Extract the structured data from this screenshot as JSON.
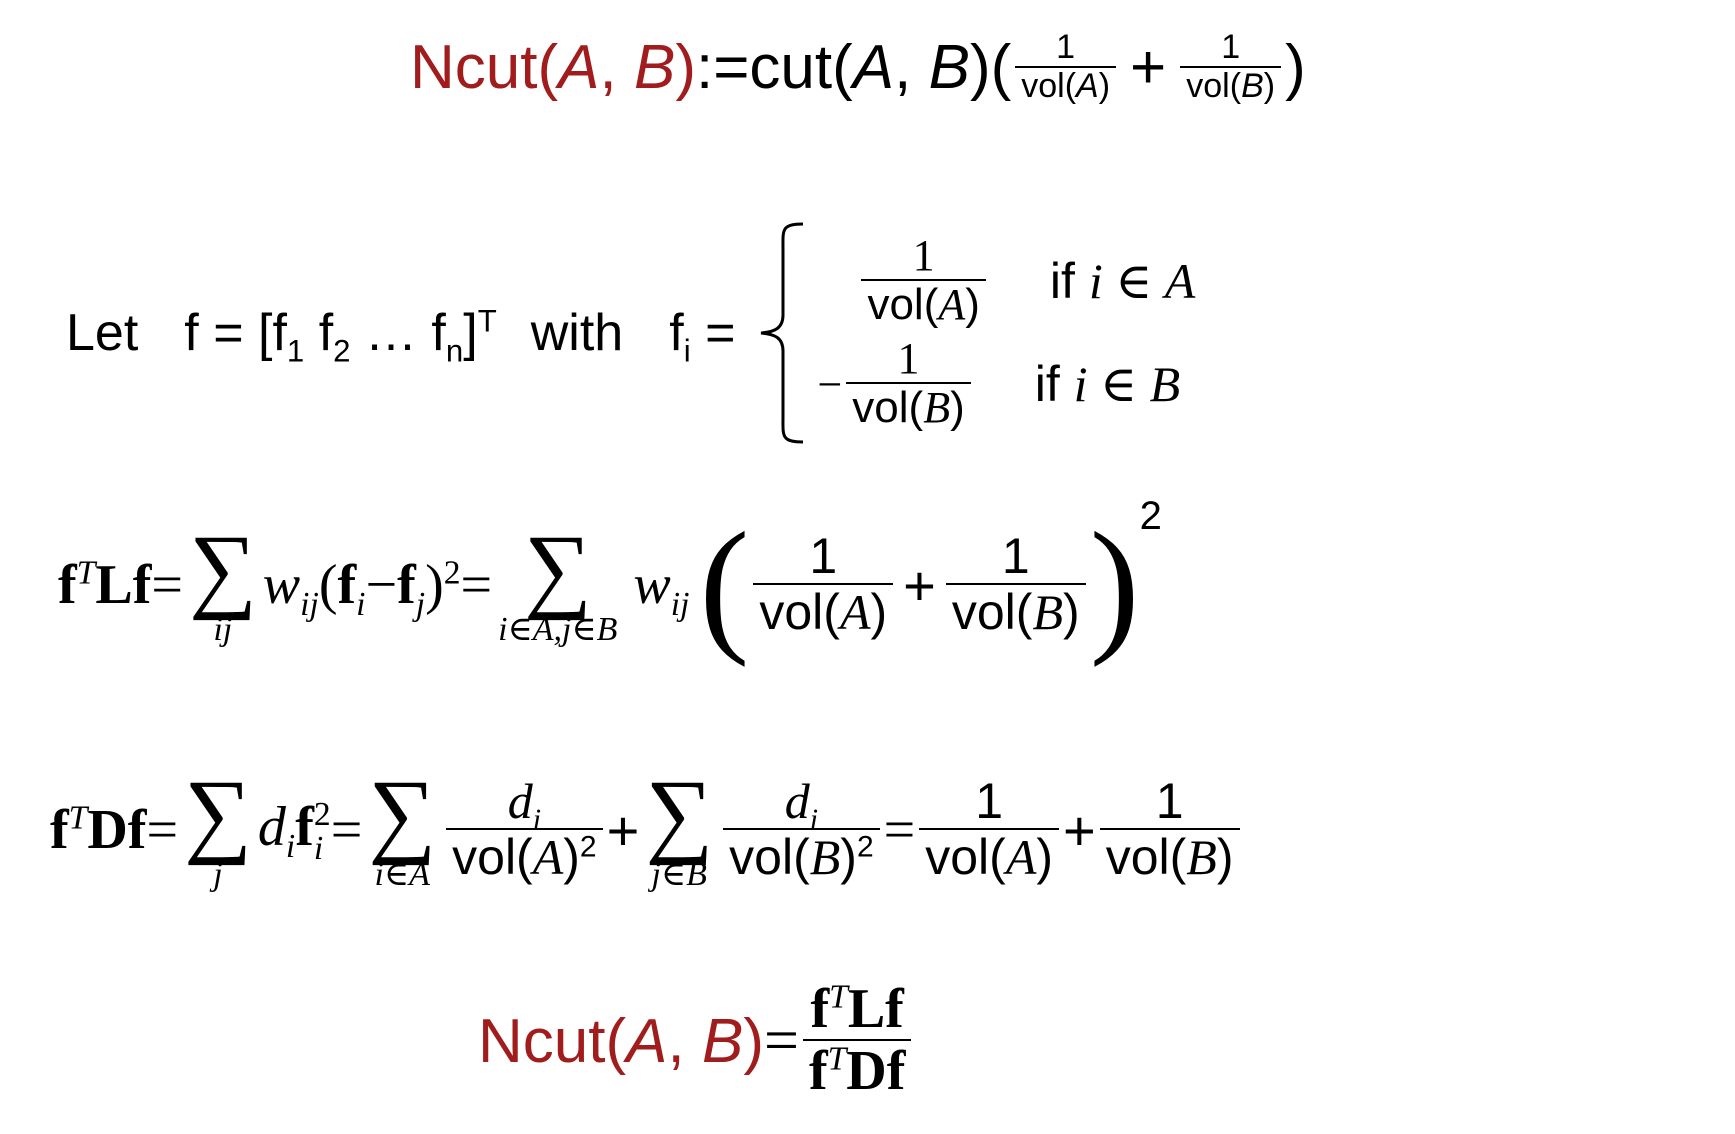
{
  "eq1": {
    "lhs": "Ncut(",
    "lhs_A": "A",
    "lhs_comma": ", ",
    "lhs_B": "B",
    "lhs_close": ")",
    "assign": " := ",
    "cut": "cut(",
    "cut_A": "A",
    "cut_comma": ", ",
    "cut_B": "B",
    "cut_close": ")(",
    "frac1_num": "1",
    "frac1_den_pre": "vol(",
    "frac1_den_var": "A",
    "frac1_den_post": ")",
    "plus": "+",
    "frac2_num": "1",
    "frac2_den_pre": "vol(",
    "frac2_den_var": "B",
    "frac2_den_post": ")",
    "close": ")"
  },
  "eq2": {
    "let": "Let",
    "f_def": "f = [f",
    "sub1": "1",
    "f2": " f",
    "sub2": "2",
    "dots": " … f",
    "subn": "n",
    "close": "]",
    "supT": "T",
    "with": "with",
    "fi": "f",
    "fi_sub": "i",
    "eq": " =",
    "case1_num": "1",
    "case1_den_pre": "vol(",
    "case1_den_var": "A",
    "case1_den_post": ")",
    "case1_if": "if ",
    "case1_cond_i": "i",
    "case1_cond_in": " ∈ ",
    "case1_cond_set": "A",
    "case2_minus": "−",
    "case2_num": "1",
    "case2_den_pre": "vol(",
    "case2_den_var": "B",
    "case2_den_post": ")",
    "case2_if": "if ",
    "case2_cond_i": "i",
    "case2_cond_in": " ∈ ",
    "case2_cond_set": "B"
  },
  "eq3": {
    "f": "f",
    "supT": "T",
    "Lf": "Lf",
    "eq1": " = ",
    "sigma": "∑",
    "sum1_lim": "ij",
    "w": "w",
    "w_sub": "ij",
    "paren_open": "(",
    "fi": "f",
    "fi_sub": "i",
    "minus": "−",
    "fj": "f",
    "fj_sub": "j",
    "paren_close": ")",
    "sq": "2",
    "eq2": " = ",
    "sum2_lim": "i∈A,j∈B",
    "w2": "w",
    "w2_sub": "ij",
    "big_open": "(",
    "frac1_num": "1",
    "frac1_den_pre": "vol(",
    "frac1_den_var": "A",
    "frac1_den_post": ")",
    "plus": "+",
    "frac2_num": "1",
    "frac2_den_pre": "vol(",
    "frac2_den_var": "B",
    "frac2_den_post": ")",
    "big_close": ")",
    "big_sq": "2"
  },
  "eq4": {
    "f": "f",
    "supT": "T",
    "Df": "Df",
    "eq1": " = ",
    "sigma": "∑",
    "sum1_lim": "j",
    "d": "d",
    "d_sub": "i",
    "fi": "f",
    "fi_sup": "2",
    "fi_sub": "i",
    "eq2": " = ",
    "sum2_lim": "i∈A",
    "frac1_num": "d",
    "frac1_num_sub": "i",
    "frac1_den_pre": "vol(",
    "frac1_den_var": "A",
    "frac1_den_post": ")",
    "frac1_den_sq": "2",
    "plus1": "+",
    "sum3_lim": "j∈B",
    "frac2_num": "d",
    "frac2_num_sub": "i",
    "frac2_den_pre": "vol(",
    "frac2_den_var": "B",
    "frac2_den_post": ")",
    "frac2_den_sq": "2",
    "eq3": " = ",
    "frac3_num": "1",
    "frac3_den_pre": "vol(",
    "frac3_den_var": "A",
    "frac3_den_post": ")",
    "plus2": "+",
    "frac4_num": "1",
    "frac4_den_pre": "vol(",
    "frac4_den_var": "B",
    "frac4_den_post": ")"
  },
  "eq5": {
    "lhs": "Ncut(",
    "lhs_A": "A",
    "lhs_comma": ", ",
    "lhs_B": "B",
    "lhs_close": ")",
    "eq": "= ",
    "num_f": "f",
    "num_supT": "T",
    "num_rest": "Lf",
    "den_f": "f",
    "den_supT": "T",
    "den_rest": "Df"
  }
}
